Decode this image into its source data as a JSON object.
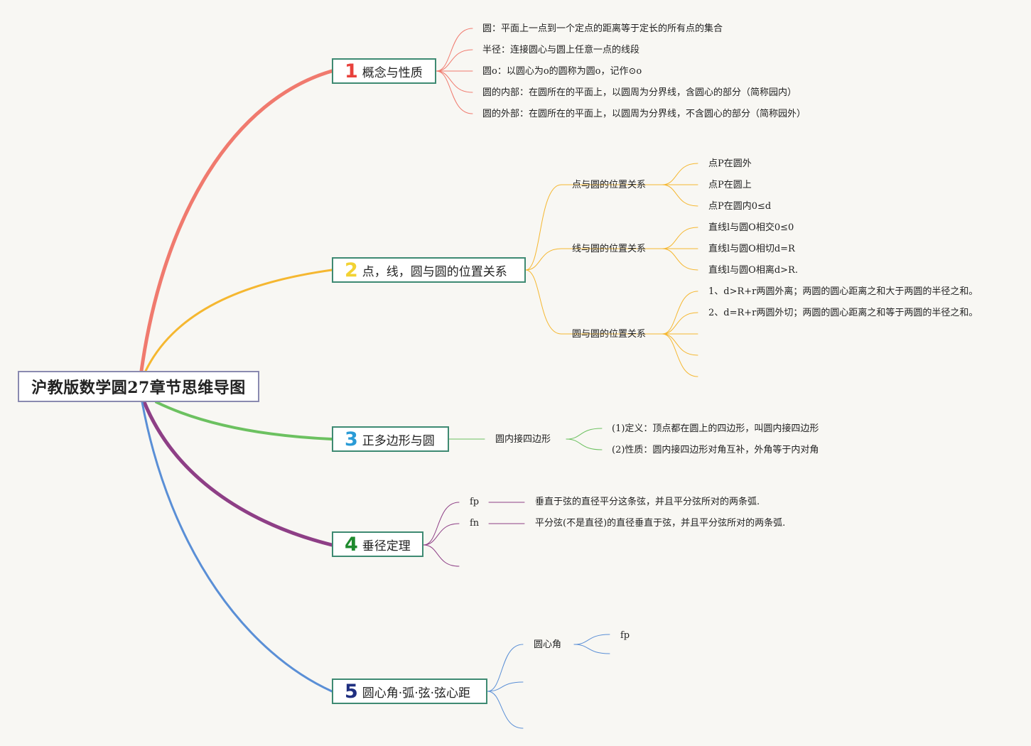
{
  "root": {
    "title": "沪教版数学圆27章节思维导图"
  },
  "branches": [
    {
      "num": "1",
      "num_color": "#e8413c",
      "label": "概念与性质",
      "line_color": "#f07a6e",
      "leaves": [
        "圆：平面上一点到一个定点的距离等于定长的所有点的集合",
        "半径：连接圆心与圆上任意一点的线段",
        "圆o：以圆心为o的圆称为圆o，记作⊙o",
        "圆的内部：在圆所在的平面上，以圆周为分界线，含圆心的部分（简称园内）",
        "圆的外部：在圆所在的平面上，以圆周为分界线，不含圆心的部分（简称园外）"
      ]
    },
    {
      "num": "2",
      "num_color": "#f2d233",
      "label": "点，线，圆与圆的位置关系",
      "line_color": "#f5b730",
      "subs": [
        {
          "label": "点与圆的位置关系",
          "leaves": [
            "点P在圆外",
            "点P在圆上",
            "点P在圆内0≤d"
          ]
        },
        {
          "label": "线与圆的位置关系",
          "leaves": [
            "直线l与圆O相交0≤0",
            "直线l与圆O相切d=R",
            "直线l与圆O相离d>R."
          ]
        },
        {
          "label": "圆与圆的位置关系",
          "leaves": [
            "1、d>R+r两圆外离；两圆的圆心距离之和大于两圆的半径之和。",
            "2、d=R+r两圆外切；两圆的圆心距离之和等于两圆的半径之和。"
          ]
        }
      ]
    },
    {
      "num": "3",
      "num_color": "#2a9bd6",
      "label": "正多边形与圆",
      "line_color": "#6cc160",
      "subs": [
        {
          "label": "圆内接四边形",
          "leaves": [
            "(1)定义：顶点都在圆上的四边形，叫圆内接四边形",
            "(2)性质：圆内接四边形对角互补，外角等于内对角"
          ]
        }
      ]
    },
    {
      "num": "4",
      "num_color": "#1e8a2e",
      "label": "垂径定理",
      "line_color": "#8e3f86",
      "subs": [
        {
          "label": "fp",
          "leaves": [
            "垂直于弦的直径平分这条弦，并且平分弦所对的两条弧."
          ]
        },
        {
          "label": "fn",
          "leaves": [
            "平分弦(不是直径)的直径垂直于弦，并且平分弦所对的两条弧."
          ]
        }
      ]
    },
    {
      "num": "5",
      "num_color": "#1f2f80",
      "label": "圆心角·弧·弦·弦心距",
      "line_color": "#5a8fd6",
      "subs": [
        {
          "label": "圆心角",
          "leaves": [
            "fp"
          ]
        }
      ]
    }
  ]
}
